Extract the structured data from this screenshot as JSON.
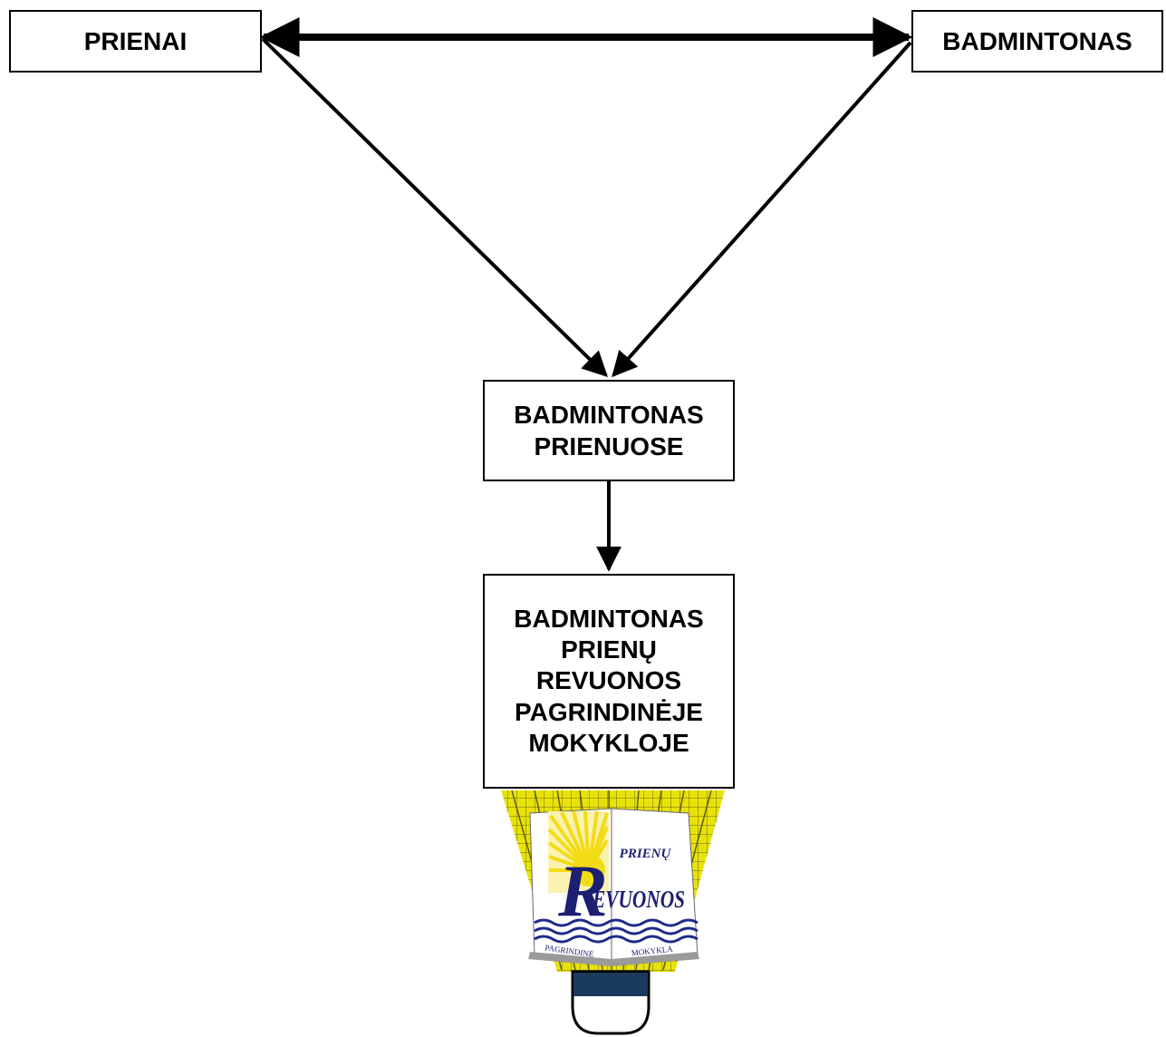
{
  "nodes": {
    "prienai": {
      "label": "PRIENAI"
    },
    "badmintonas": {
      "label": "BADMINTONAS"
    },
    "badmintonas_prienuose": {
      "lines": [
        "BADMINTONAS",
        "PRIENUOSE"
      ]
    },
    "badmintonas_mokykloje": {
      "lines": [
        "BADMINTONAS",
        "PRIENŲ",
        "REVUONOS",
        "PAGRINDINĖJE",
        "MOKYKLOJE"
      ]
    }
  },
  "edges": [
    {
      "from": "prienai",
      "to": "badmintonas",
      "direction": "bidirectional"
    },
    {
      "from": "prienai",
      "to": "badmintonas_prienuose",
      "direction": "forward"
    },
    {
      "from": "badmintonas",
      "to": "badmintonas_prienuose",
      "direction": "forward"
    },
    {
      "from": "badmintonas_prienuose",
      "to": "badmintonas_mokykloje",
      "direction": "forward"
    }
  ],
  "logo": {
    "icon": "shuttlecock-school-logo-icon",
    "top_word": "PRIENŲ",
    "big_letter": "R",
    "main_word": "EVUONOS",
    "left_page_word": "PAGRINDINĖ",
    "right_page_word": "MOKYKLA",
    "colors": {
      "feathers": "#e8e20a",
      "sun": "#f2dc17",
      "text": "#1d1f73",
      "waves": "#1e2a8c",
      "band": "#1a3a5e"
    }
  }
}
